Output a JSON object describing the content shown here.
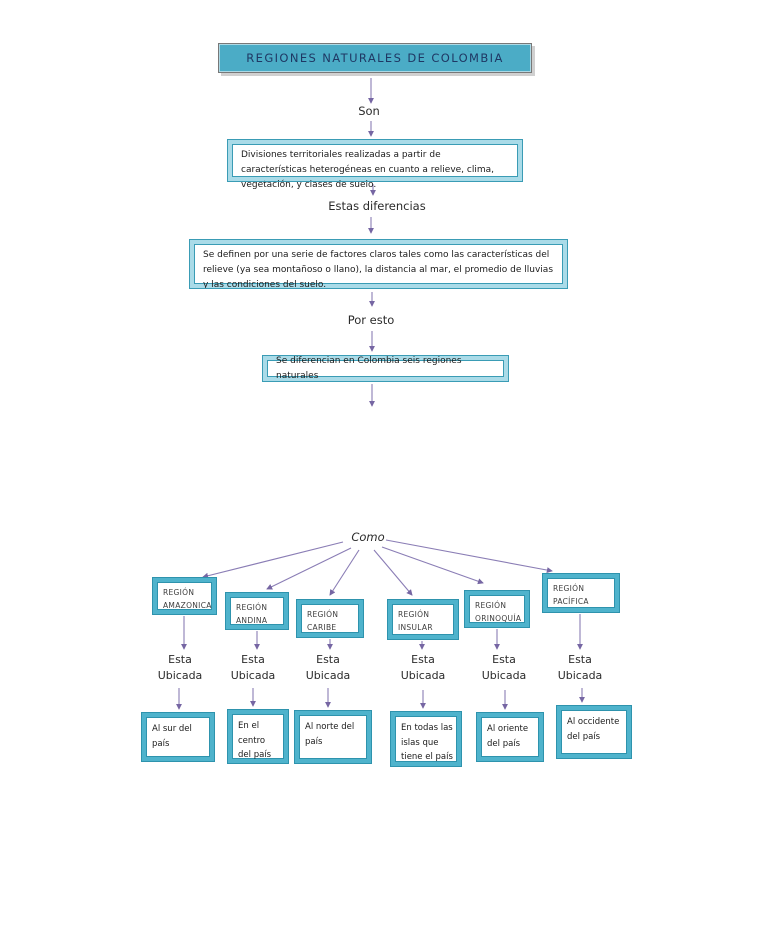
{
  "title": "REGIONES NATURALES DE COLOMBIA",
  "flow": {
    "son_label": "Son",
    "definition_text": "Divisiones territoriales realizadas a partir de características heterogéneas en cuanto a relieve, clima, vegetación, y clases de suelo.",
    "differences_label": "Estas diferencias",
    "factors_text": "Se definen por una serie de factores claros tales como las características del relieve (ya sea montañoso o llano), la distancia al mar, el promedio de lluvias y las condiciones del suelo.",
    "por_esto_label": "Por esto",
    "six_regions_text": "Se diferencian en Colombia seis regiones naturales",
    "como_label": "Como",
    "located_line1": "Esta",
    "located_line2": "Ubicada"
  },
  "regions": [
    {
      "label_line1": "REGIÓN",
      "label_line2": "AMAZONICA",
      "location": "Al sur del país"
    },
    {
      "label_line1": "REGIÓN",
      "label_line2": "ANDINA",
      "location": "En el centro del país"
    },
    {
      "label_line1": "REGIÓN",
      "label_line2": "CARIBE",
      "location": "Al norte del país"
    },
    {
      "label_line1": "REGIÓN",
      "label_line2": "INSULAR",
      "location": "En todas las islas que tiene el país"
    },
    {
      "label_line1": "REGIÓN",
      "label_line2": "ORINOQUÍA",
      "location": "Al oriente del país"
    },
    {
      "label_line1": "REGIÓN",
      "label_line2": "PACÍFICA",
      "location": "Al occidente del país"
    }
  ],
  "colors": {
    "title_fill": "#4bacc6",
    "title_text": "#1f3864",
    "light_box_band": "#aadbe8",
    "strong_box_band": "#4fb3cc",
    "box_line": "#2e93ad",
    "connector_purple": "#8a7db5",
    "arrowhead_purple": "#7666a3"
  }
}
